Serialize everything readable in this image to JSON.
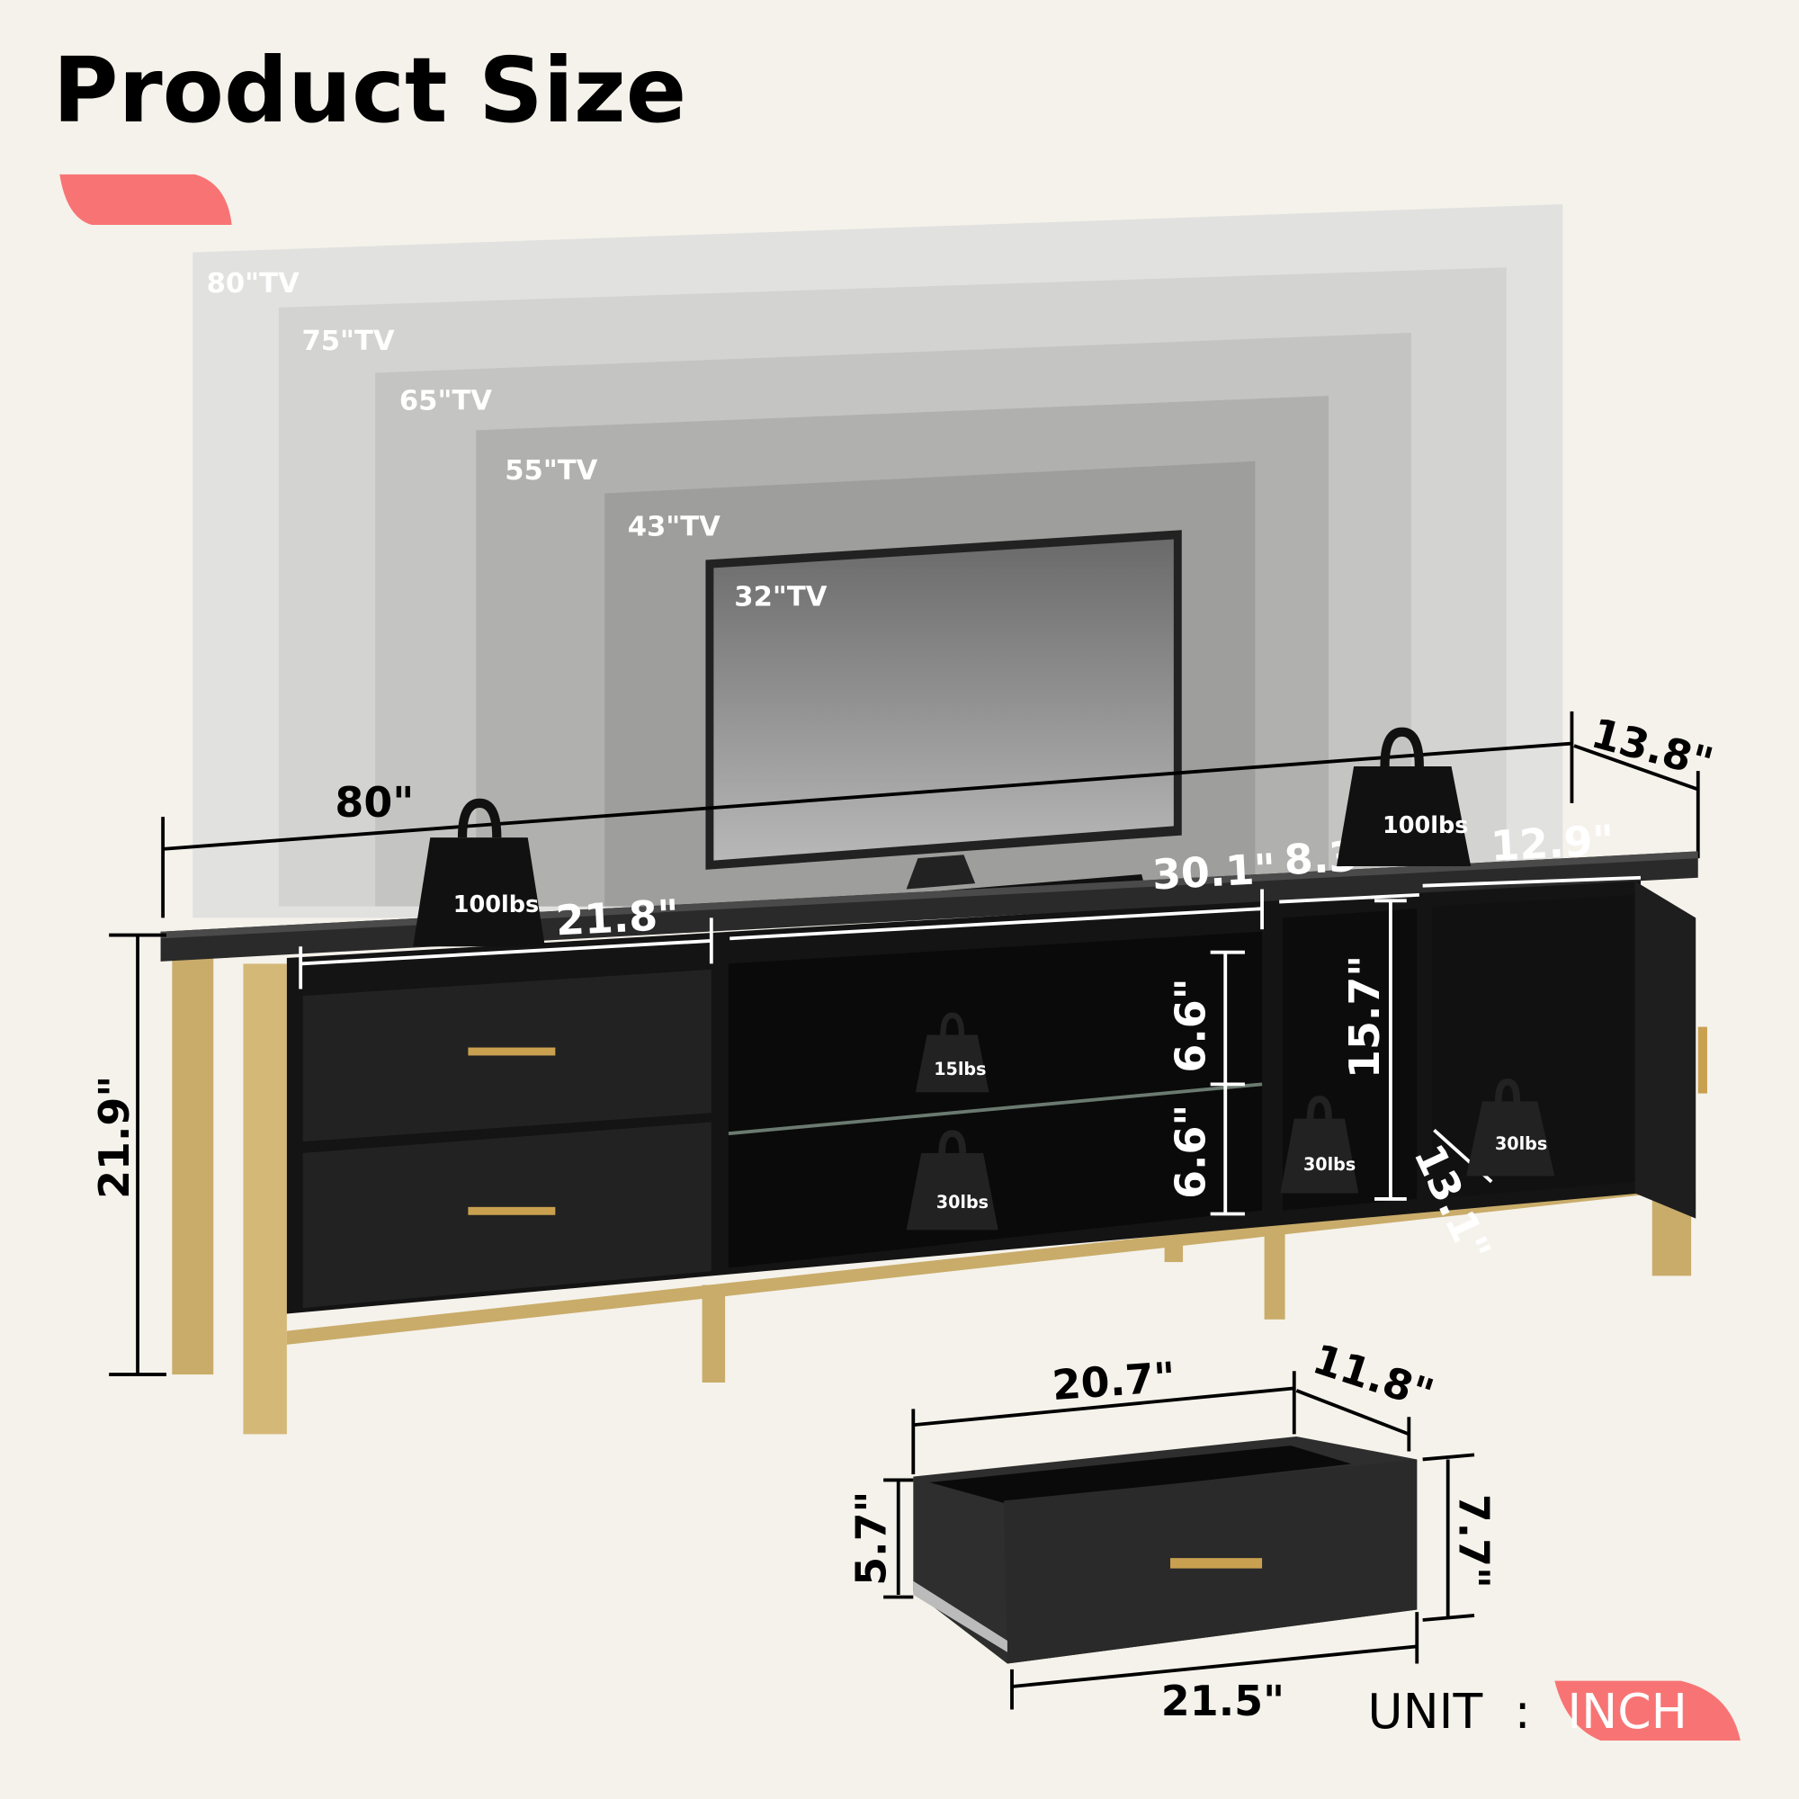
{
  "title": "Product Size",
  "colors": {
    "accent": "#f87474",
    "background": "#f5f2eb",
    "gold": "#c9ac6a",
    "cabinet": "#1a1a1a"
  },
  "tv_sizes": [
    "80\"TV",
    "75\"TV",
    "65\"TV",
    "55\"TV",
    "43\"TV",
    "32\"TV"
  ],
  "dimensions": {
    "total_width": "80\"",
    "depth": "13.8\"",
    "height": "21.9\"",
    "left_section": "21.8\"",
    "middle_section": "30.1\"",
    "narrow_section": "8.3\"",
    "right_section": "12.9\"",
    "shelf_upper": "6.6\"",
    "shelf_lower": "6.6\"",
    "cabinet_height": "15.7\"",
    "cabinet_depth": "13.1\""
  },
  "weights": {
    "top_left": "100lbs",
    "top_right": "100lbs",
    "upper_shelf": "15lbs",
    "lower_shelf": "30lbs",
    "narrow_cabinet": "30lbs",
    "right_cabinet": "30lbs"
  },
  "drawer": {
    "inner_width": "20.7\"",
    "depth": "11.8\"",
    "inner_height": "5.7\"",
    "front_height": "7.7\"",
    "front_width": "21.5\""
  },
  "unit": {
    "label": "UNIT",
    "separator": ":",
    "value": "INCH"
  }
}
